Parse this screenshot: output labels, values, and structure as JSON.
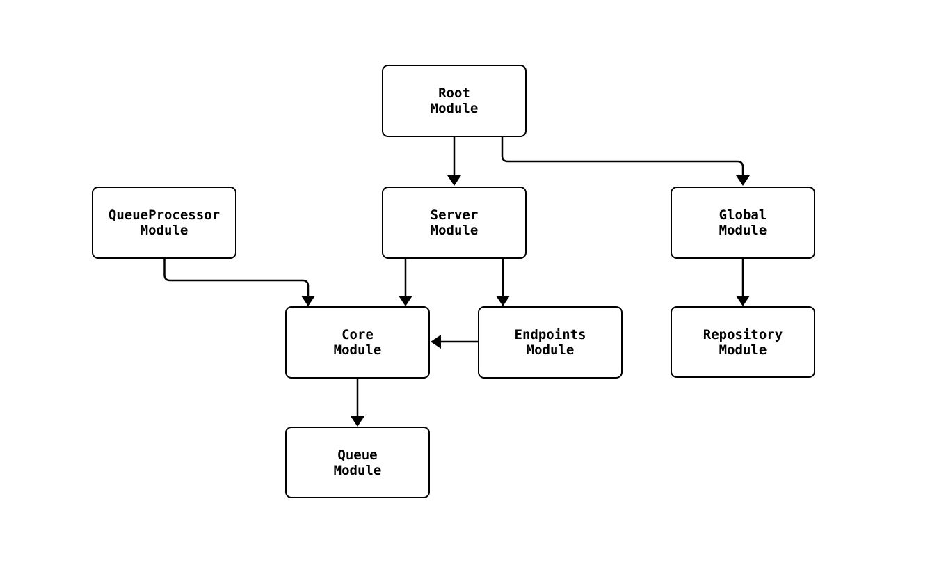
{
  "diagram": {
    "type": "flowchart",
    "direction": "top-down",
    "background_color": "#ffffff",
    "node_fill_color": "#ffffff",
    "node_border_color": "#000000",
    "edge_color": "#000000",
    "text_color": "#000000",
    "nodes": [
      {
        "id": "root",
        "line1": "Root",
        "line2": "Module"
      },
      {
        "id": "queueprocessor",
        "line1": "QueueProcessor",
        "line2": "Module"
      },
      {
        "id": "server",
        "line1": "Server",
        "line2": "Module"
      },
      {
        "id": "global",
        "line1": "Global",
        "line2": "Module"
      },
      {
        "id": "core",
        "line1": "Core",
        "line2": "Module"
      },
      {
        "id": "endpoints",
        "line1": "Endpoints",
        "line2": "Module"
      },
      {
        "id": "repository",
        "line1": "Repository",
        "line2": "Module"
      },
      {
        "id": "queue",
        "line1": "Queue",
        "line2": "Module"
      }
    ],
    "edges": [
      {
        "from": "Root Module",
        "to": "Server Module"
      },
      {
        "from": "Root Module",
        "to": "Global Module"
      },
      {
        "from": "QueueProcessor Module",
        "to": "Core Module"
      },
      {
        "from": "Server Module",
        "to": "Core Module"
      },
      {
        "from": "Server Module",
        "to": "Endpoints Module"
      },
      {
        "from": "Endpoints Module",
        "to": "Core Module"
      },
      {
        "from": "Global Module",
        "to": "Repository Module"
      },
      {
        "from": "Core Module",
        "to": "Queue Module"
      }
    ]
  }
}
